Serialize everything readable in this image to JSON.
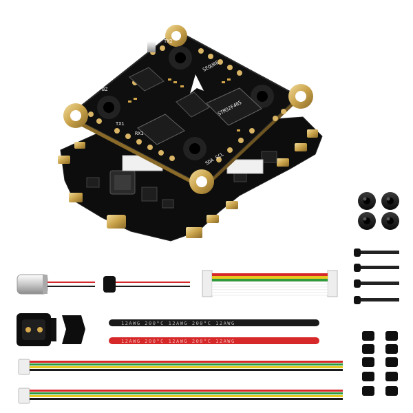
{
  "image": {
    "subject": "product-photo",
    "background": "#ffffff"
  },
  "flight_controller": {
    "silkscreen": {
      "top": "TX2",
      "brand": "SEQURE",
      "chip_label": "STM32F405",
      "side_left": "BZ",
      "side_right": "SDA SCL",
      "bottom_left": "TX1",
      "bottom_right": "RX1"
    }
  },
  "cables": {
    "black_wire_label": "12AWG  200°C    12AWG  200°C    12AWG",
    "red_wire_label": "12AWG  200°C    12AWG  200°C    12AWG"
  },
  "colors": {
    "pcb_black": "#121212",
    "gold": "#c9a24a",
    "wire_red": "#d62828",
    "wire_black": "#1a1a1a",
    "wire_yellow": "#e6c81e",
    "wire_green": "#2e9a3c",
    "connector_white": "#eeeeee"
  }
}
